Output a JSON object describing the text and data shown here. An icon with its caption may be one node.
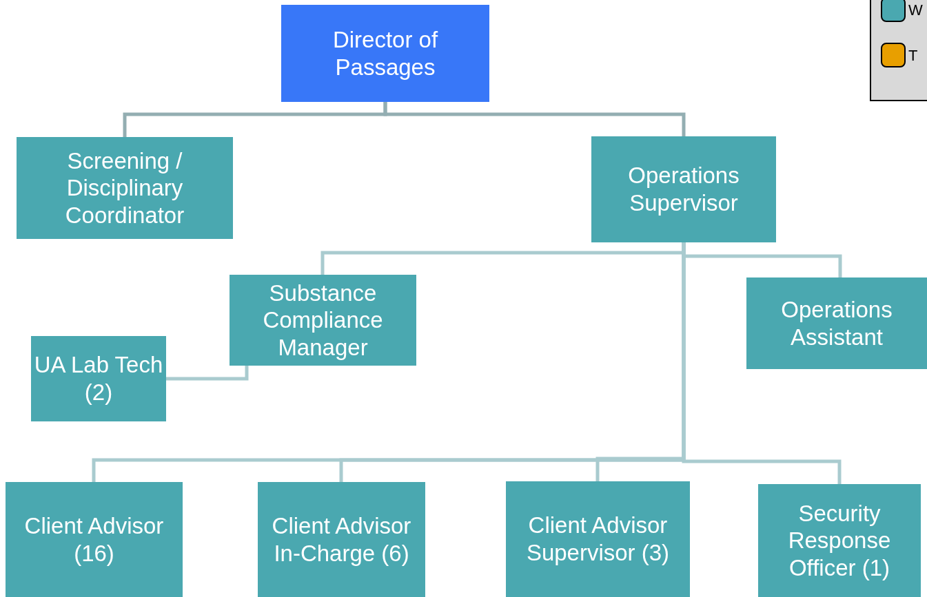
{
  "diagram": {
    "nodes": [
      {
        "text": [
          "Director of Passages"
        ]
      },
      {
        "text": [
          "Screening / Disciplinary Coordinator"
        ]
      },
      {
        "text": [
          "Operations Supervisor"
        ]
      },
      {
        "text": [
          "Substance Compliance Manager"
        ]
      },
      {
        "text": [
          "Operations Assistant"
        ]
      },
      {
        "text": [
          "UA Lab Tech (2)"
        ]
      },
      {
        "text": [
          "Client Advisor (16)"
        ]
      },
      {
        "text": [
          "Client Advisor In-Charge (6)"
        ]
      },
      {
        "text": [
          "Client Advisor Supervisor (3)"
        ]
      },
      {
        "text": [
          "Security Response Officer (1)"
        ]
      }
    ],
    "edges": [
      {
        "from": 0,
        "to": 1,
        "arrow": "none",
        "color": "#93aeb2"
      },
      {
        "from": 0,
        "to": 2,
        "arrow": "none",
        "color": "#93aeb2"
      },
      {
        "from": 2,
        "to": 3,
        "arrow": "none"
      },
      {
        "from": 2,
        "to": 4,
        "arrow": "none"
      },
      {
        "from": 3,
        "to": 5,
        "arrow": "none"
      },
      {
        "from": 2,
        "to": 6,
        "arrow": "none"
      },
      {
        "from": 2,
        "to": 7,
        "arrow": "none"
      },
      {
        "from": 2,
        "to": 8,
        "arrow": "none"
      },
      {
        "from": 2,
        "to": 9,
        "arrow": "none"
      }
    ],
    "legend": [
      {
        "text": "W",
        "color": "#4aa8b0"
      },
      {
        "text": "T",
        "color": "#e89f00"
      }
    ]
  }
}
